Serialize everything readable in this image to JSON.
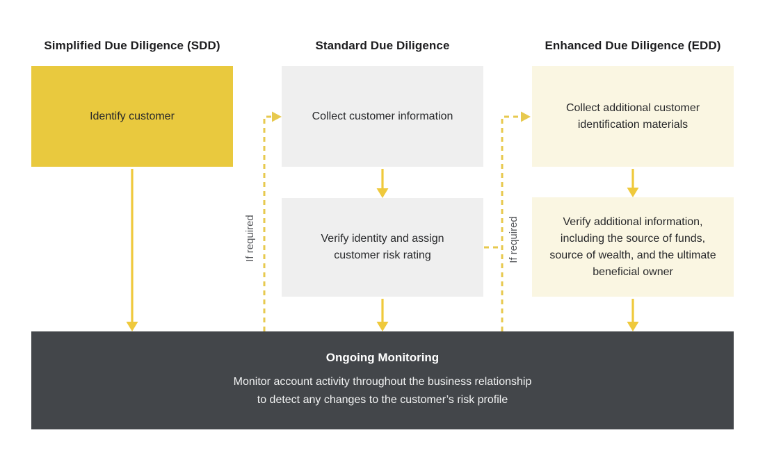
{
  "diagram": {
    "columns": [
      {
        "header": "Simplified Due Diligence (SDD)",
        "boxes": [
          "Identify customer"
        ]
      },
      {
        "header": "Standard Due Diligence",
        "boxes": [
          "Collect customer information",
          "Verify identity and assign customer risk rating"
        ]
      },
      {
        "header": "Enhanced Due Diligence (EDD)",
        "boxes": [
          "Collect additional customer identification materials",
          "Verify additional information, including the source of funds, source of wealth, and the ultimate beneficial owner"
        ]
      }
    ],
    "connector_label": "If required",
    "footer": {
      "title": "Ongoing Monitoring",
      "body_line1": "Monitor account activity throughout the business relationship",
      "body_line2": "to detect any changes to the customer’s risk profile"
    },
    "colors": {
      "sdd_box": "#e9c93e",
      "gray_box": "#efefef",
      "cream_box": "#faf6e2",
      "dark_panel": "#43464a",
      "arrow": "#efc93c",
      "dashed": "#e7c94e",
      "header_text": "#1d1d1f",
      "box_text": "#27282a",
      "footer_title_text": "#ffffff",
      "footer_body_text": "#f1f2f2",
      "if_required_text": "#55575b"
    }
  }
}
